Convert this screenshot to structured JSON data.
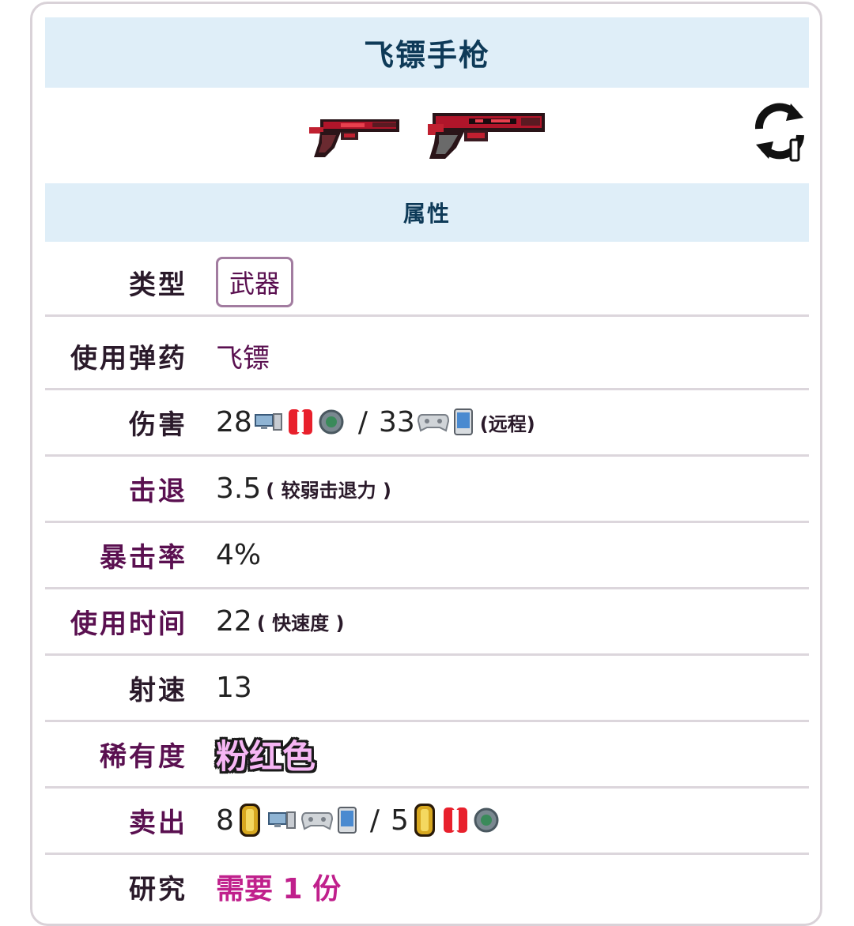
{
  "item": {
    "title": "飞镖手枪",
    "section_title": "属性"
  },
  "icons": {
    "gun_small": "dart-pistol-sprite",
    "gun_large": "dart-pistol-large-sprite",
    "refresh": "refresh-icon",
    "platforms": [
      "desktop-icon",
      "console-icon",
      "mobile-icon",
      "switch-icon",
      "tmodloader-icon"
    ],
    "coin": "gold-coin-icon"
  },
  "stats": {
    "type": {
      "label": "类型",
      "value": "武器"
    },
    "ammo": {
      "label": "使用弹药",
      "value": "飞镖"
    },
    "damage": {
      "label": "伤害",
      "value_a": "28",
      "separator": "/",
      "value_b": "33",
      "note": "(远程)"
    },
    "knockback": {
      "label": "击退",
      "value": "3.5",
      "note": "( 较弱击退力 )"
    },
    "crit": {
      "label": "暴击率",
      "value": "4%"
    },
    "use_time": {
      "label": "使用时间",
      "value": "22",
      "note": "( 快速度 )"
    },
    "velocity": {
      "label": "射速",
      "value": "13"
    },
    "rarity": {
      "label": "稀有度",
      "value": "粉红色"
    },
    "sell": {
      "label": "卖出",
      "value_a": "8",
      "separator": "/",
      "value_b": "5"
    },
    "research": {
      "label": "研究",
      "value": "需要 1 份"
    }
  },
  "colors": {
    "header_bg": "#dfeef8",
    "header_text": "#0e3a58",
    "label_purple": "#5a1050",
    "rarity_pink": "#f6b6f4",
    "research_magenta": "#c0208c"
  }
}
